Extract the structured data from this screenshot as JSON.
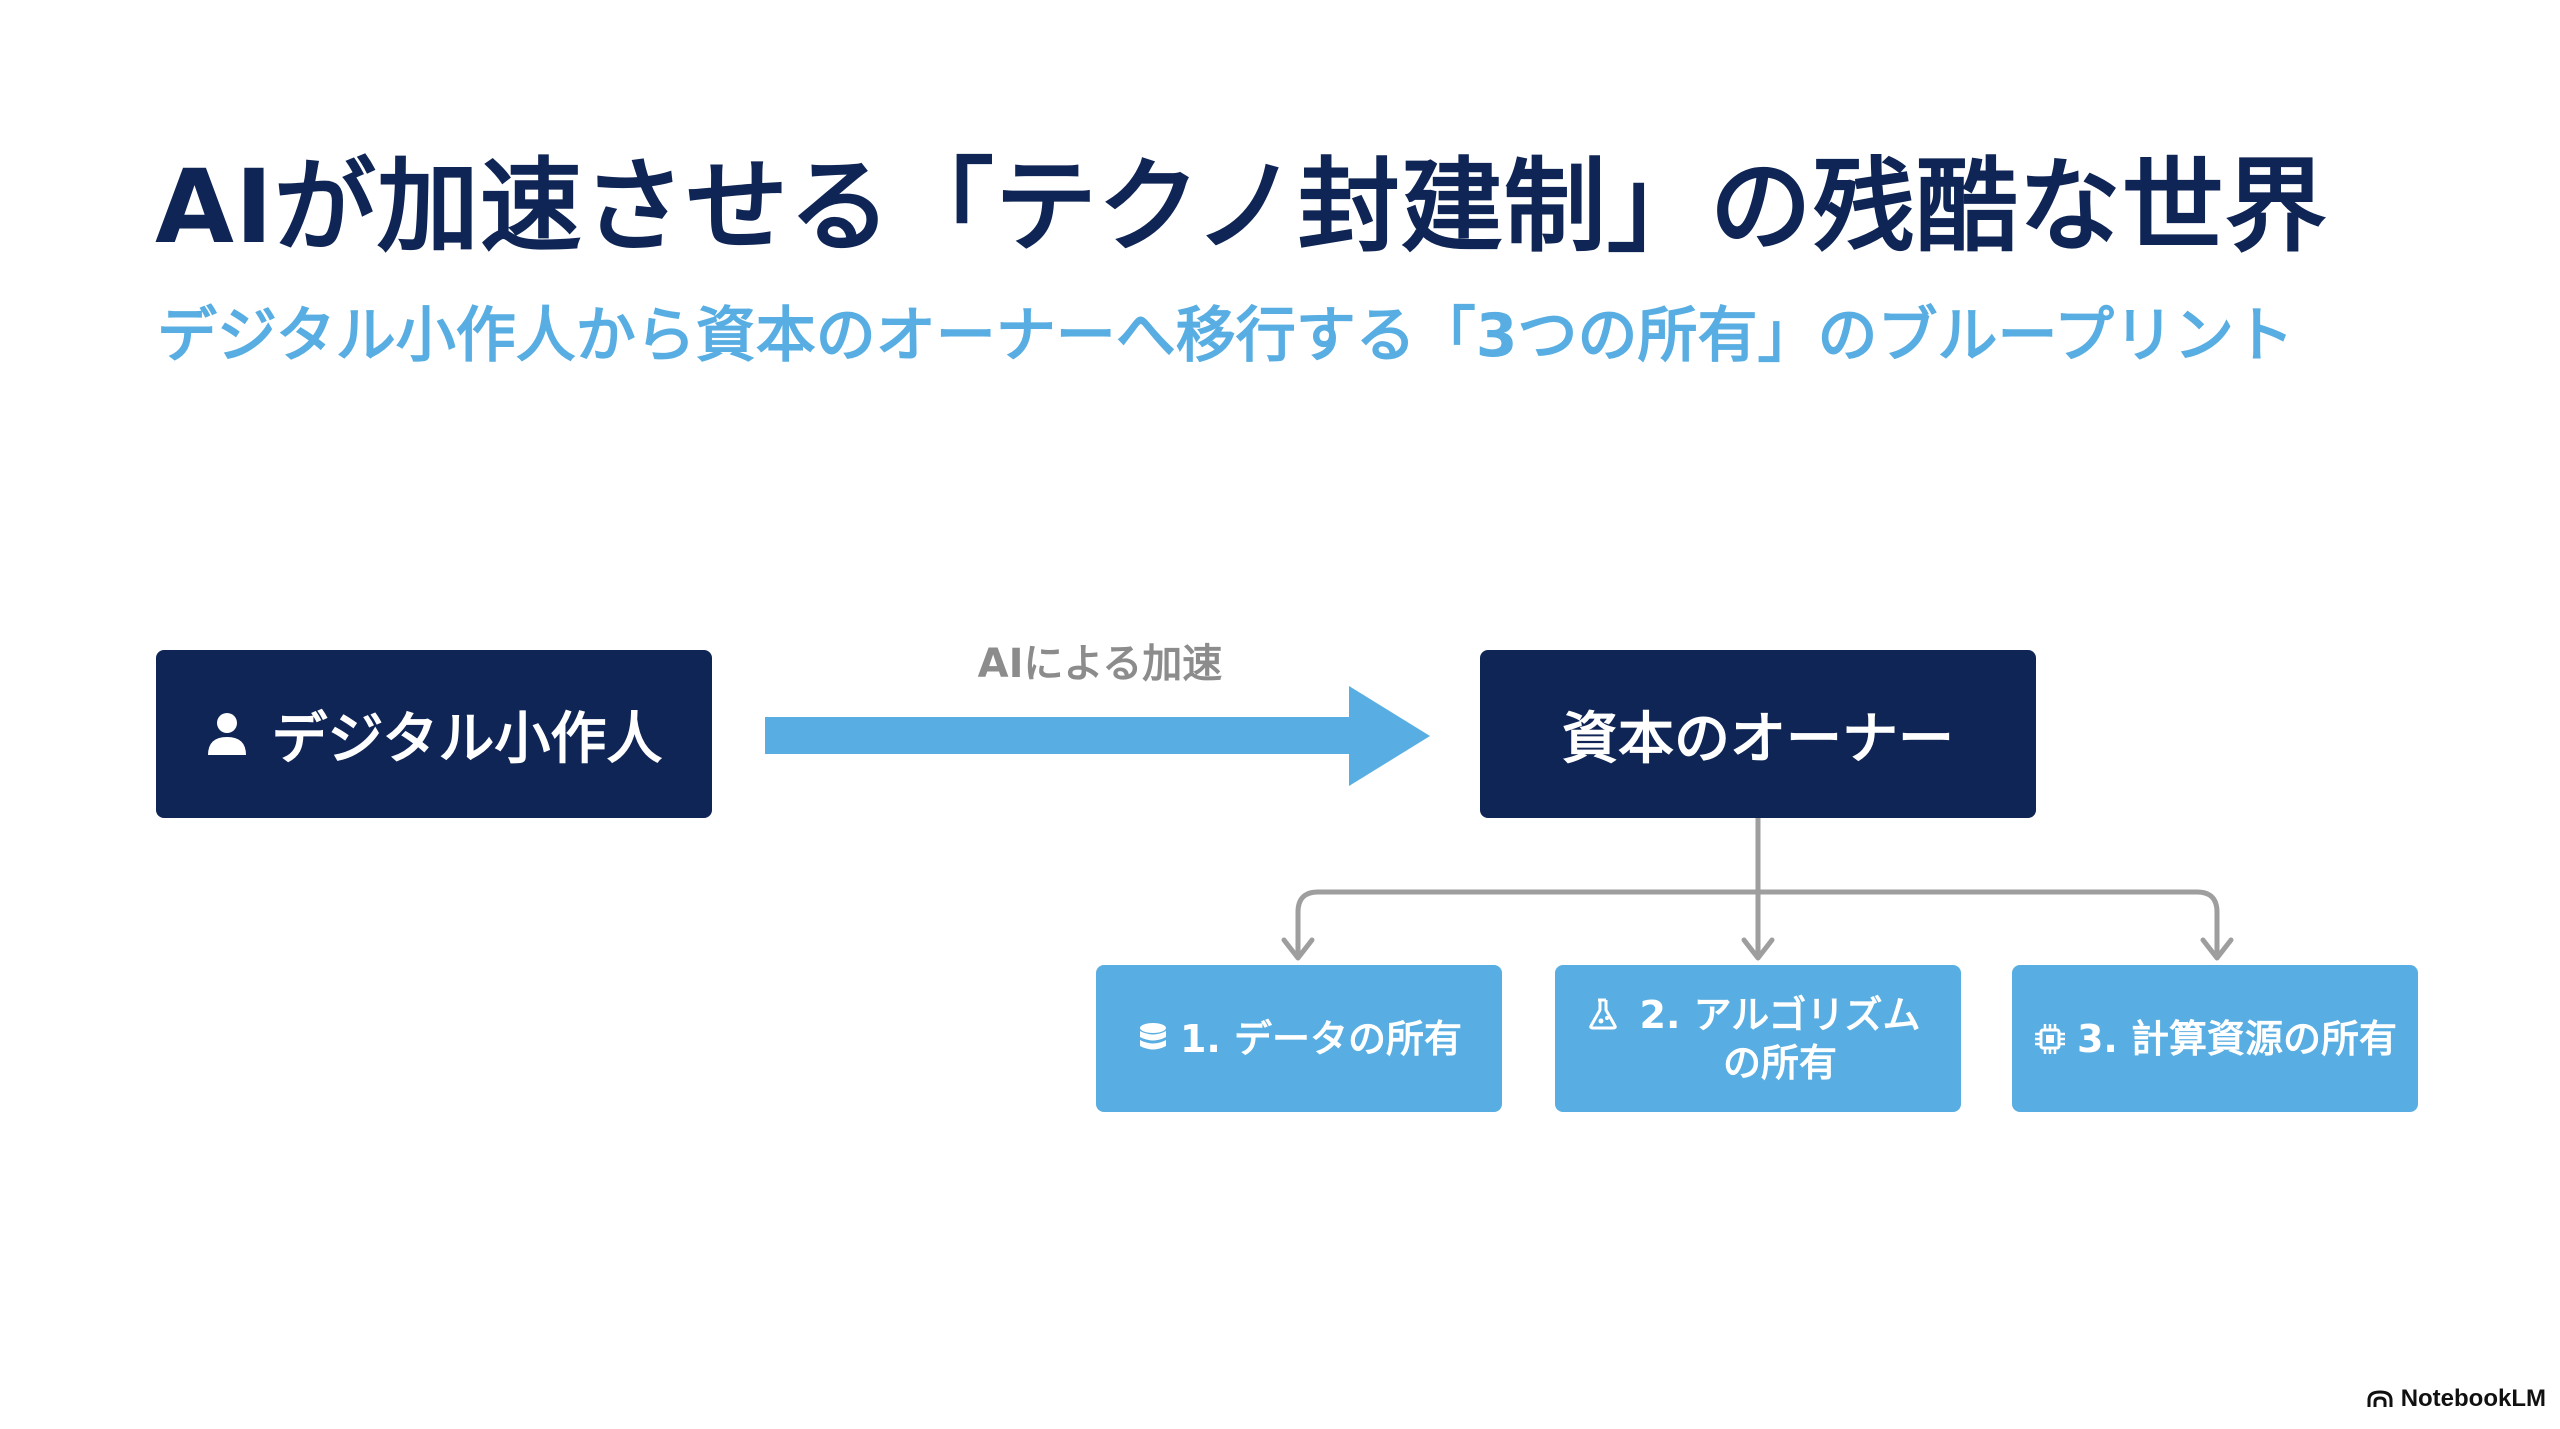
{
  "title": "AIが加速させる「テクノ封建制」の残酷な世界",
  "subtitle": "デジタル小作人から資本のオーナーへ移行する「3つの所有」のブループリント",
  "diagram": {
    "source_node": {
      "label": "デジタル小作人",
      "icon": "person-icon"
    },
    "arrow_label": "AIによる加速",
    "target_node": {
      "label": "資本のオーナー"
    },
    "children": [
      {
        "label": "1. データの所有",
        "icon": "database-icon"
      },
      {
        "label": "2. アルゴリズムの所有",
        "icon": "flask-icon"
      },
      {
        "label": "3. 計算資源の所有",
        "icon": "chip-icon"
      }
    ]
  },
  "watermark": {
    "label": "NotebookLM",
    "icon": "notebooklm-icon"
  },
  "colors": {
    "navy": "#0f2555",
    "sky": "#58aee2",
    "connector": "#9e9e9e",
    "arrow_label": "#8c8c8c"
  }
}
